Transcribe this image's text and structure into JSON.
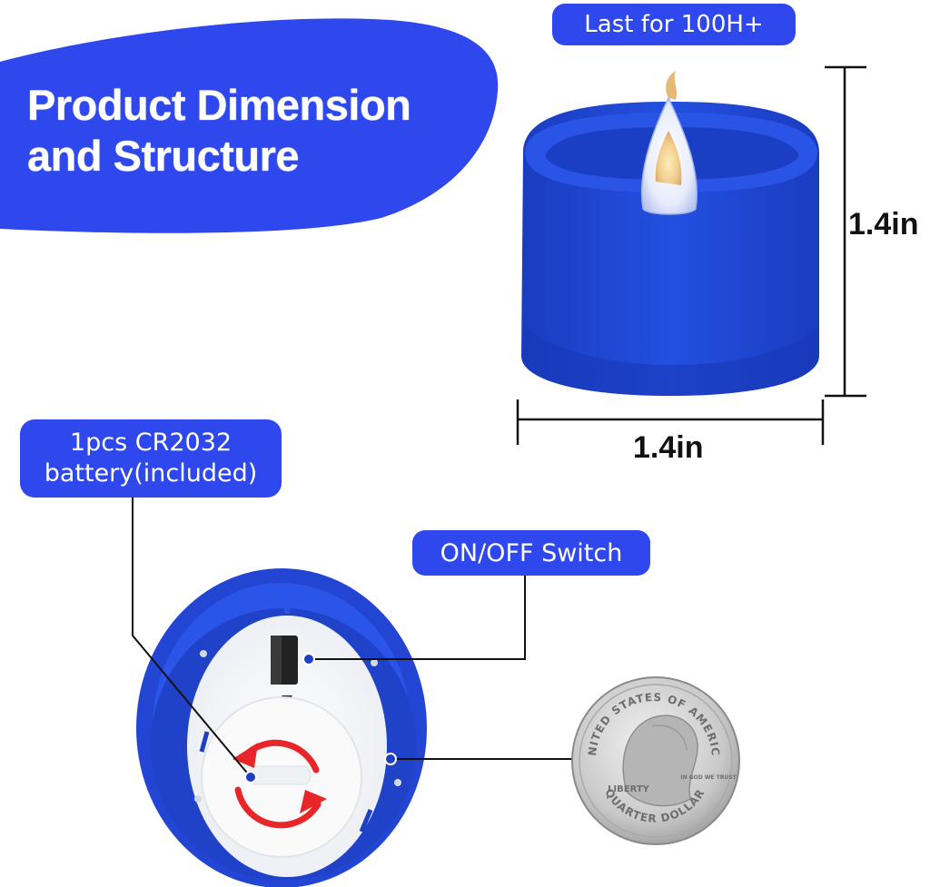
{
  "heading": {
    "line1": "Product Dimension",
    "line2": "and Structure"
  },
  "labels": {
    "duration": "Last for 100H+",
    "battery_line1": "1pcs CR2032",
    "battery_line2": "battery(included)",
    "switch": "ON/OFF Switch"
  },
  "dimensions": {
    "height": "1.4in",
    "width": "1.4in"
  },
  "coin": {
    "top_text": "UNITED STATES OF AMERICA",
    "left_text": "LIBERTY",
    "bottom_text": "QUARTER DOLLAR",
    "motto": "IN GOD WE TRUST"
  },
  "colors": {
    "accent": "#2e48ee",
    "candle_blue": "#1f45cf",
    "white": "#ffffff",
    "arrow_red": "#e8262a"
  }
}
